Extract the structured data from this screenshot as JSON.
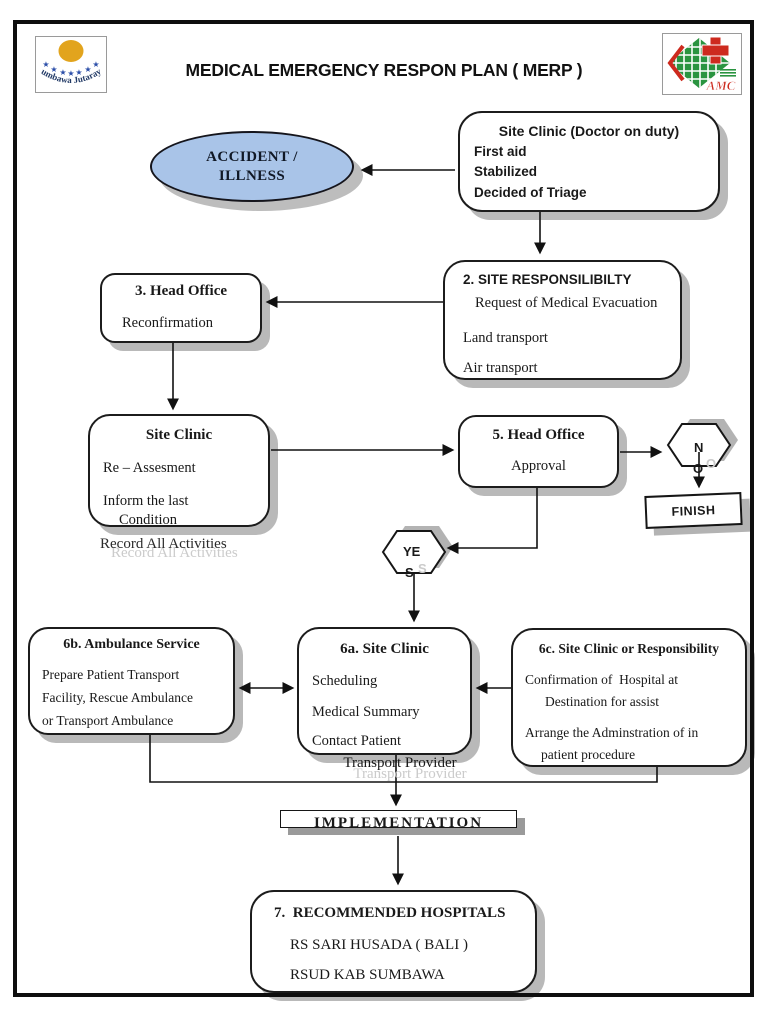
{
  "header": {
    "title": "MEDICAL EMERGENCY RESPON PLAN ( MERP )",
    "logo_left": {
      "name": "Sumbawa Jutaraya",
      "text": "Sumbawa Jutaraya"
    },
    "logo_right": {
      "name": "AMC",
      "text": "AMC"
    }
  },
  "flow": {
    "accident": {
      "line1": "ACCIDENT /",
      "line2": "ILLNESS"
    },
    "clinic_duty": {
      "title": "Site Clinic (Doctor on duty)",
      "items": [
        "First aid",
        "Stabilized",
        "Decided of Triage"
      ]
    },
    "site_resp": {
      "title": "2. SITE RESPONSILIBILTY",
      "items": [
        "Request of Medical Evacuation",
        "Land transport",
        "Air transport"
      ]
    },
    "head_office3": {
      "title": "3. Head Office",
      "body": "Reconfirmation"
    },
    "site_clinic4": {
      "title": "Site Clinic",
      "lines": [
        "Re – Assesment",
        "Inform the last",
        "Condition"
      ],
      "note": "Record All Activities"
    },
    "head_office5": {
      "title": "5. Head Office",
      "body": "Approval"
    },
    "decision_no": {
      "line1": "N",
      "line2": "O"
    },
    "decision_yes": {
      "line1": "YE",
      "line2": "S"
    },
    "finish": {
      "label": "FINISH"
    },
    "amb6b": {
      "title": "6b. Ambulance Service",
      "lines": [
        "Prepare Patient Transport",
        "Facility, Rescue Ambulance",
        "or Transport Ambulance"
      ]
    },
    "clinic6a": {
      "title": "6a. Site Clinic",
      "items": [
        "Scheduling",
        "Medical Summary",
        "Contact Patient"
      ],
      "overflow": "Transport Provider"
    },
    "clinic6c": {
      "title": "6c. Site Clinic or Responsibility",
      "lines": [
        "Confirmation of  Hospital at",
        "Destination for assist",
        "Arrange the Adminstration of in",
        "patient procedure"
      ]
    },
    "implementation": {
      "label": "IMPLEMENTATION"
    },
    "hospitals": {
      "title": "7.  RECOMMENDED HOSPITALS",
      "items": [
        "RS SARI HUSADA ( BALI )",
        "RSUD KAB SUMBAWA"
      ]
    }
  },
  "colors": {
    "accident_fill": "#a9c4e8",
    "box_shadow": "#b9b9b9",
    "logo_sun": "#e2a41d",
    "logo_star": "#2b4ea8",
    "logo_green": "#2a9440",
    "logo_red": "#cd2a1e"
  }
}
